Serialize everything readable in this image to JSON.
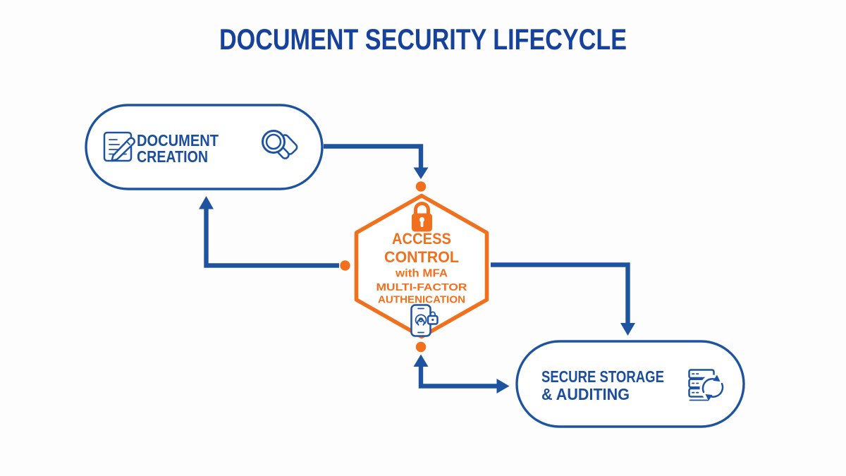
{
  "title": "DOCUMENT SECURITY LIFECYCLE",
  "colors": {
    "blue": "#1e549f",
    "navy": "#1b4e9c",
    "title_blue": "#16429b",
    "orange": "#f0701e",
    "background": "#fdfdfd"
  },
  "diagram": {
    "nodes": [
      {
        "id": "document-creation",
        "shape": "rounded-pill",
        "label_lines": [
          "DOCUMENT",
          "CREATION"
        ],
        "icons": [
          "document-edit-icon",
          "magnifier-icon"
        ]
      },
      {
        "id": "access-control",
        "shape": "hexagon",
        "title_lines": [
          "ACCESS",
          "CONTROL"
        ],
        "subtitle": "with MFA",
        "detail_lines": [
          "MULTI-FACTOR",
          "AUTHENICATION"
        ],
        "icons": [
          "padlock-icon",
          "phone-fingerprint-icon"
        ]
      },
      {
        "id": "secure-storage",
        "shape": "rounded-pill",
        "label_lines": [
          "SECURE STORAGE",
          "& AUDITING"
        ],
        "icons": [
          "server-sync-icon"
        ]
      }
    ],
    "connections": [
      {
        "from": "document-creation",
        "to": "access-control"
      },
      {
        "from": "access-control",
        "to": "document-creation"
      },
      {
        "from": "access-control",
        "to": "secure-storage"
      },
      {
        "from": "secure-storage",
        "to": "access-control"
      }
    ]
  }
}
